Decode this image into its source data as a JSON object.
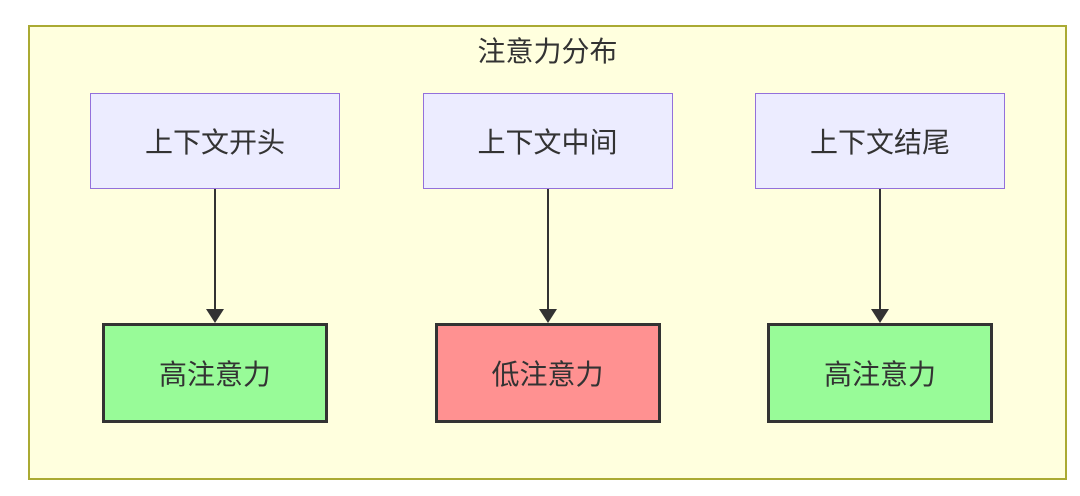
{
  "diagram": {
    "title": "注意力分布",
    "columns": [
      {
        "source": "上下文开头",
        "target": "高注意力",
        "level": "high"
      },
      {
        "source": "上下文中间",
        "target": "低注意力",
        "level": "low"
      },
      {
        "source": "上下文结尾",
        "target": "高注意力",
        "level": "high"
      }
    ],
    "colors": {
      "container_bg": "#ffffde",
      "container_border": "#aaaa33",
      "source_bg": "#ececff",
      "source_border": "#9370db",
      "high_bg": "#98fb98",
      "low_bg": "#ff9191",
      "result_border": "#333333",
      "arrow": "#333333",
      "text": "#333333"
    }
  }
}
